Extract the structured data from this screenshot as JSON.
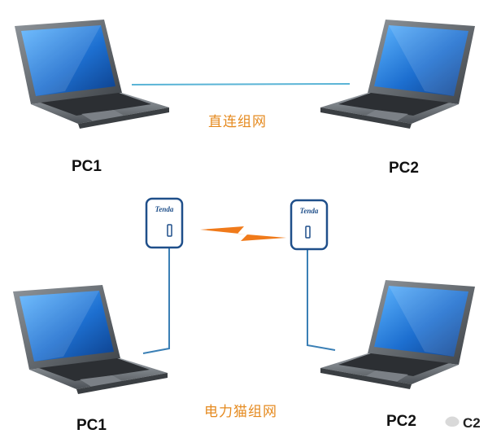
{
  "labels": {
    "pc1_top": "PC1",
    "pc2_top": "PC2",
    "pc1_bottom": "PC1",
    "pc2_bottom": "PC2",
    "caption_direct": "直连组网",
    "caption_plc": "电力猫组网",
    "device_brand": "Tenda",
    "watermark": "C2"
  },
  "colors": {
    "caption": "#e58a1f",
    "cable_top": "#5ab4d6",
    "cable_bottom": "#3a7fb5",
    "bolt": "#f07a1a",
    "adapter_border": "#1f4f8a",
    "laptop_body": "#6f7479",
    "screen": "#1d6fd0"
  }
}
